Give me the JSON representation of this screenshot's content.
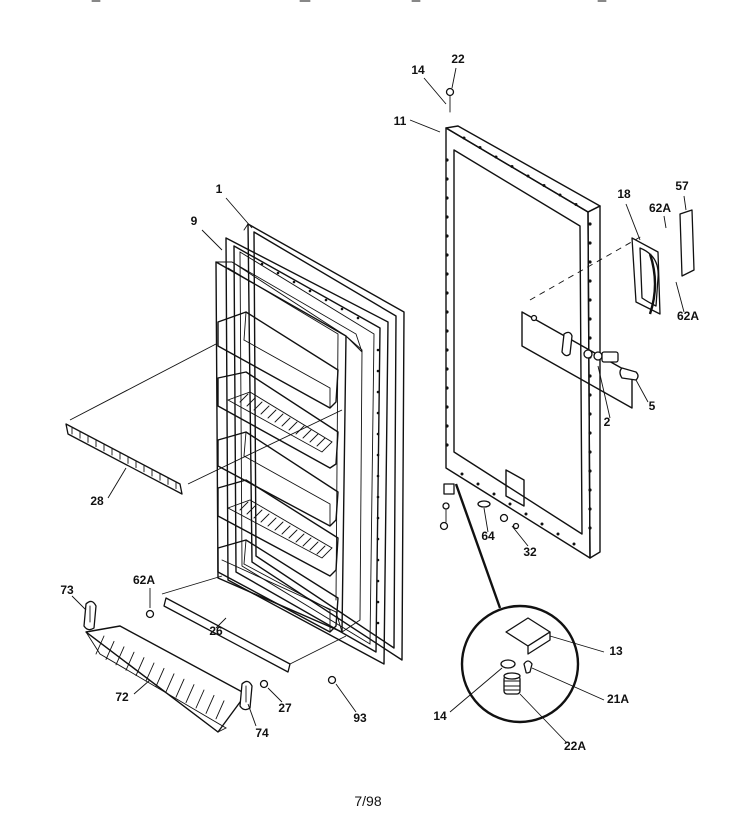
{
  "diagram": {
    "footer_code": "7/98",
    "callouts": [
      {
        "key": "c1",
        "text": "1"
      },
      {
        "key": "c9",
        "text": "9"
      },
      {
        "key": "c28",
        "text": "28"
      },
      {
        "key": "c73",
        "text": "73"
      },
      {
        "key": "c62a_left",
        "text": "62A"
      },
      {
        "key": "c26",
        "text": "26"
      },
      {
        "key": "c72",
        "text": "72"
      },
      {
        "key": "c27",
        "text": "27"
      },
      {
        "key": "c74",
        "text": "74"
      },
      {
        "key": "c93",
        "text": "93"
      },
      {
        "key": "c14_top",
        "text": "14"
      },
      {
        "key": "c22_top",
        "text": "22"
      },
      {
        "key": "c11",
        "text": "11"
      },
      {
        "key": "c18",
        "text": "18"
      },
      {
        "key": "c62a_top",
        "text": "62A"
      },
      {
        "key": "c57",
        "text": "57"
      },
      {
        "key": "c62a_right",
        "text": "62A"
      },
      {
        "key": "c2",
        "text": "2"
      },
      {
        "key": "c5",
        "text": "5"
      },
      {
        "key": "c64",
        "text": "64"
      },
      {
        "key": "c32",
        "text": "32"
      },
      {
        "key": "c13",
        "text": "13"
      },
      {
        "key": "c14_detail",
        "text": "14"
      },
      {
        "key": "c21a",
        "text": "21A"
      },
      {
        "key": "c22a",
        "text": "22A"
      }
    ]
  }
}
